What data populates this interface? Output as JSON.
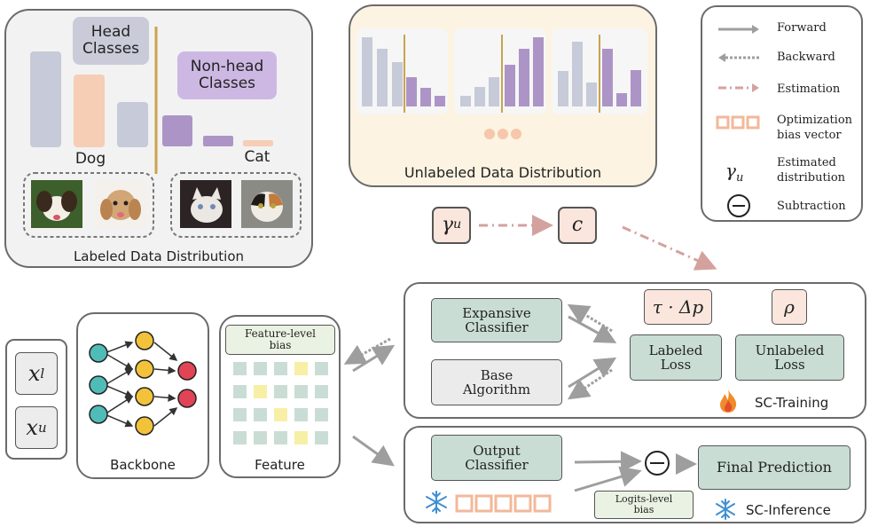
{
  "labeled_panel": {
    "head_classes": "Head\nClasses",
    "nonhead_classes": "Non-head\nClasses",
    "dog": "Dog",
    "cat": "Cat",
    "caption": "Labeled Data Distribution"
  },
  "unlabeled_panel": {
    "caption": "Unlabeled Data Distribution"
  },
  "legend": {
    "forward": "Forward",
    "backward": "Backward",
    "estimation": "Estimation",
    "optimization_bias": "Optimization\nbias vector",
    "gamma_symbol": "γu",
    "estimated_distribution": "Estimated\ndistribution",
    "subtraction": "Subtraction"
  },
  "estimation_row": {
    "gamma": "γu",
    "c": "c"
  },
  "inputs": {
    "xl": "xl",
    "xu": "xu"
  },
  "backbone": {
    "label": "Backbone"
  },
  "feature": {
    "bias_label": "Feature-level\nbias",
    "label": "Feature"
  },
  "training": {
    "expansive": "Expansive\nClassifier",
    "base": "Base\nAlgorithm",
    "tau": "τ · Δp",
    "rho": "ρ",
    "labeled_loss": "Labeled\nLoss",
    "unlabeled_loss": "Unlabeled\nLoss",
    "title": "SC-Training"
  },
  "inference": {
    "output": "Output\nClassifier",
    "final": "Final Prediction",
    "logits_bias": "Logits-level\nbias",
    "title": "SC-Inference"
  },
  "colors": {
    "green_box": "#c9ddd5",
    "bar_gray": "#c7cad8",
    "bar_purple": "#ac95c6",
    "head_label_bg": "#c9ccd8",
    "nonhead_label_bg": "#cdb8e4",
    "bar_orange": "#f6cdb5",
    "gold_line": "#c9a34e"
  }
}
